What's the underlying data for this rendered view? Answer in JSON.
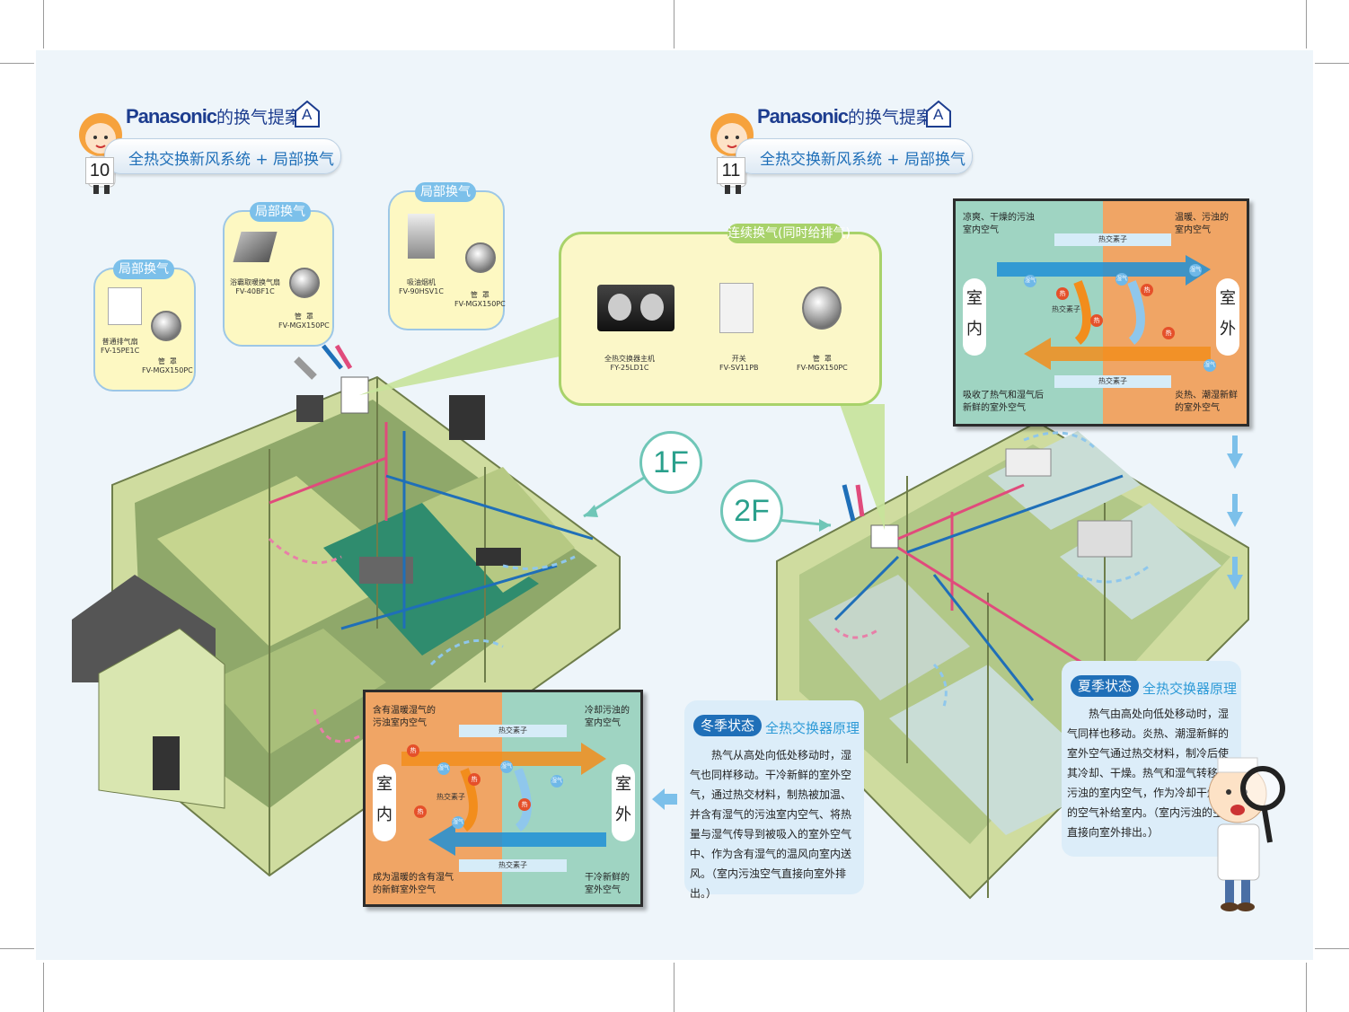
{
  "brand": {
    "name": "Panasonic",
    "suffix": "的换气提案",
    "badge": "A"
  },
  "left_page": {
    "page_number": "10",
    "banner": "全热交换新风系统 + 局部换气",
    "floor_label": "1F",
    "bubble1": {
      "title": "局部换气",
      "item1": "普通排气扇\nFV-15PE1C",
      "item2": "管  罩\nFV-MGX150PC"
    },
    "bubble2": {
      "title": "局部换气",
      "item1": "浴霸取暖换气扇\nFV-40BF1C",
      "item2": "管  罩\nFV-MGX150PC"
    },
    "bubble3": {
      "title": "局部换气",
      "item1": "吸油烟机\nFV-90HSV1C",
      "item2": "管  罩\nFV-MGX150PC"
    }
  },
  "continuous": {
    "title": "连续换气(同时给排气)",
    "item1": "全热交换器主机\nFY-25LD1C",
    "item2": "开关\nFV-SV11PB",
    "item3": "管  罩\nFV-MGX150PC"
  },
  "winter_panel": {
    "room_in": "室\n内",
    "room_out": "室\n外",
    "top_left": "含有温暖湿气的\n污浊室内空气",
    "top_right": "冷却污浊的\n室内空气",
    "bottom_left": "成为温暖的含有湿气\n的新鲜室外空气",
    "bottom_right": "干冷新鲜的\n室外空气",
    "element": "热交素子",
    "heat": "热",
    "wet": "湿气"
  },
  "winter_desc": {
    "title": "冬季状态",
    "subtitle": "全热交换器原理",
    "body": "热气从高处向低处移动时，湿气也同样移动。干冷新鲜的室外空气，通过热交材料，制热被加温、并含有湿气的污浊室内空气、将热量与湿气传导到被吸入的室外空气中、作为含有湿气的温风向室内送风。（室内污浊空气直接向室外排出。）"
  },
  "right_page": {
    "page_number": "11",
    "banner": "全热交换新风系统 + 局部换气",
    "floor_label": "2F"
  },
  "summer_panel": {
    "room_in": "室\n内",
    "room_out": "室\n外",
    "top_left": "凉爽、干燥的污浊\n室内空气",
    "top_right": "温暖、污浊的\n室内空气",
    "bottom_left": "吸收了热气和湿气后\n新鲜的室外空气",
    "bottom_right": "炎热、潮湿新鲜\n的室外空气",
    "element": "热交素子",
    "heat": "热",
    "wet": "湿气"
  },
  "summer_desc": {
    "title": "夏季状态",
    "subtitle": "全热交换器原理",
    "body": "热气由高处向低处移动时，湿气同样也移动。炎热、潮湿新鲜的室外空气通过热交材料，制冷后使其冷却、干燥。热气和湿气转移到污浊的室内空气，作为冷却干燥后的空气补给室内。（室内污浊的空气直接向室外排出。）"
  },
  "colors": {
    "brand_blue": "#1d3d8f",
    "accent_blue": "#2d9ad7",
    "bubble_yellow": "#fdf8c2",
    "warm_orange": "#f0a565",
    "cool_teal": "#9fd4c2",
    "house_green": "#d9e6b0",
    "heat_red": "#e5502a"
  }
}
